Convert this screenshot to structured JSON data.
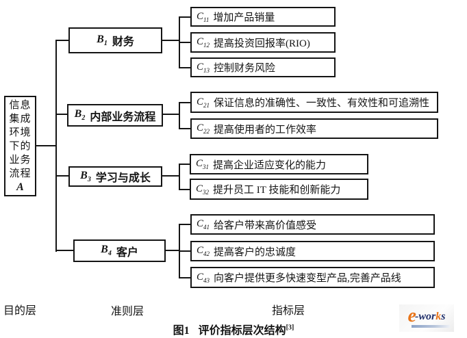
{
  "figure": {
    "layers": {
      "goal": "目的层",
      "criteria": "准则层",
      "indicator": "指标层"
    },
    "caption": {
      "prefix": "图1",
      "title": "评价指标层次结构",
      "ref": "[3]"
    }
  },
  "goal": {
    "lines": [
      "信息",
      "集成",
      "环境",
      "下的",
      "业务",
      "流程"
    ],
    "id": "A"
  },
  "criteria": [
    {
      "id": "B",
      "sub": "1",
      "label": "财务"
    },
    {
      "id": "B",
      "sub": "2",
      "label": "内部业务流程"
    },
    {
      "id": "B",
      "sub": "3",
      "label": "学习与成长"
    },
    {
      "id": "B",
      "sub": "4",
      "label": "客户"
    }
  ],
  "indicators": [
    {
      "id": "C",
      "sub": "11",
      "text": "增加产品销量"
    },
    {
      "id": "C",
      "sub": "12",
      "text": "提高投资回报率(RIO)"
    },
    {
      "id": "C",
      "sub": "13",
      "text": "控制财务风险"
    },
    {
      "id": "C",
      "sub": "21",
      "text": "保证信息的准确性、一致性、有效性和可追溯性"
    },
    {
      "id": "C",
      "sub": "22",
      "text": "提高使用者的工作效率"
    },
    {
      "id": "C",
      "sub": "31",
      "text": "提高企业适应变化的能力"
    },
    {
      "id": "C",
      "sub": "32",
      "text": "提升员工 IT 技能和创新能力"
    },
    {
      "id": "C",
      "sub": "41",
      "text": "给客户带来高价值感受"
    },
    {
      "id": "C",
      "sub": "42",
      "text": "提高客户的忠诚度"
    },
    {
      "id": "C",
      "sub": "43",
      "text": "向客户提供更多快速变型产品,完善产品线"
    }
  ],
  "logo": {
    "e": "e",
    "mid": "-wor",
    "k": "k",
    "end": "s"
  },
  "colors": {
    "line": "#141414",
    "logo_orange": "#e8751a",
    "logo_dark": "#20306b",
    "logo_bar": "#8aa2c8"
  }
}
